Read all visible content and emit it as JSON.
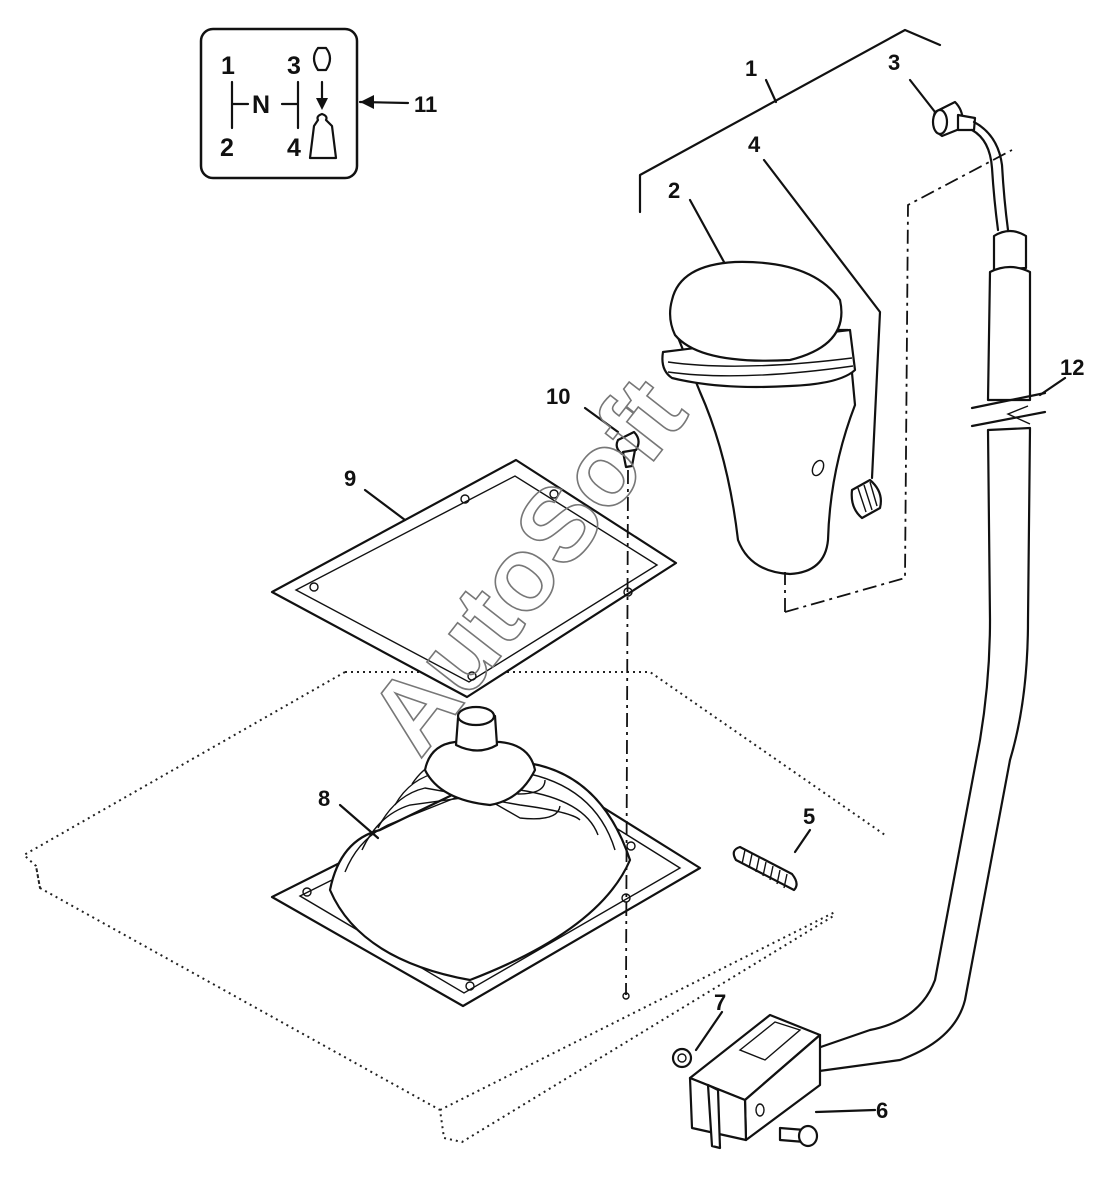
{
  "callouts": [
    {
      "id": "1",
      "label": "1"
    },
    {
      "id": "2",
      "label": "2"
    },
    {
      "id": "3",
      "label": "3"
    },
    {
      "id": "4",
      "label": "4"
    },
    {
      "id": "5",
      "label": "5"
    },
    {
      "id": "6",
      "label": "6"
    },
    {
      "id": "7",
      "label": "7"
    },
    {
      "id": "8",
      "label": "8"
    },
    {
      "id": "9",
      "label": "9"
    },
    {
      "id": "10",
      "label": "10"
    },
    {
      "id": "11",
      "label": "11"
    },
    {
      "id": "12",
      "label": "12"
    }
  ],
  "shift_pattern": {
    "gear_1": "1",
    "gear_2": "2",
    "gear_3": "3",
    "gear_4": "4",
    "neutral": "N"
  },
  "watermark": "AutoSoft",
  "colors": {
    "line": "#111111",
    "background": "#ffffff",
    "watermark": "#777777"
  }
}
